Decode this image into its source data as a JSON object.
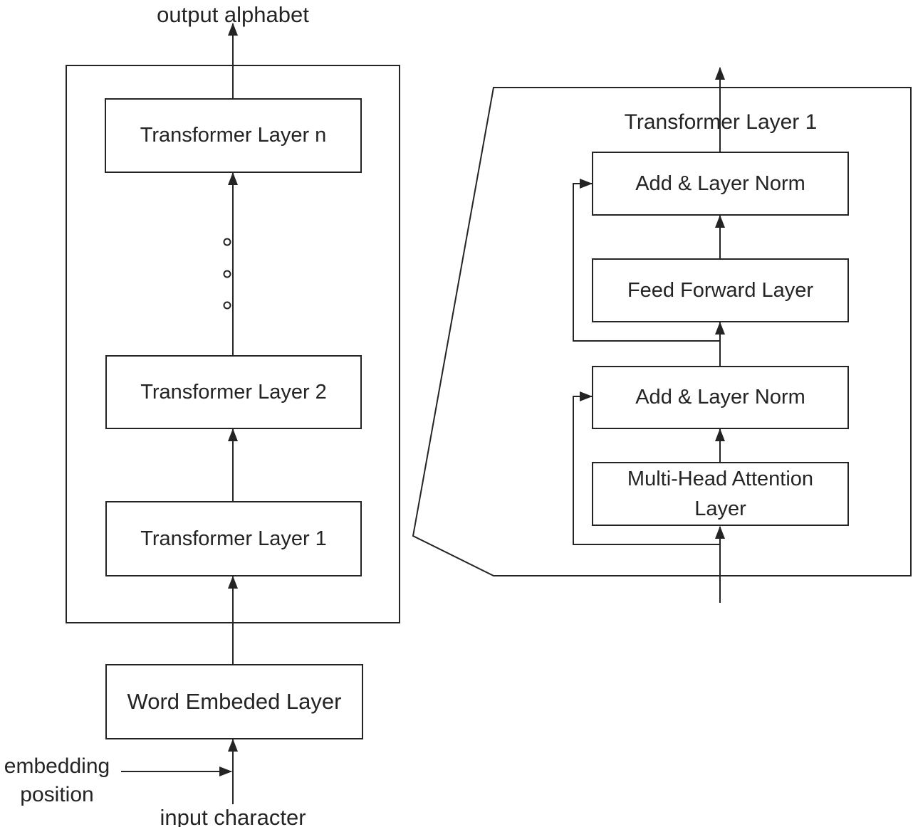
{
  "colors": {
    "ink": "#262324",
    "background": "#ffffff"
  },
  "left_diagram": {
    "output_label": "output alphabet",
    "layer_n_label": "Transformer Layer n",
    "dots_icon": "vertical-ellipsis-circles",
    "layer_2_label": "Transformer Layer 2",
    "layer_1_label": "Transformer Layer 1",
    "word_embed_label": "Word Embeded Layer",
    "embedding_position_label": "embedding\nposition",
    "input_label": "input character"
  },
  "right_panel": {
    "title": "Transformer Layer 1",
    "add_norm_top_label": "Add & Layer Norm",
    "feed_forward_label": "Feed Forward Layer",
    "add_norm_bottom_label": "Add & Layer Norm",
    "multi_head_label": "Multi-Head Attention\nLayer"
  }
}
